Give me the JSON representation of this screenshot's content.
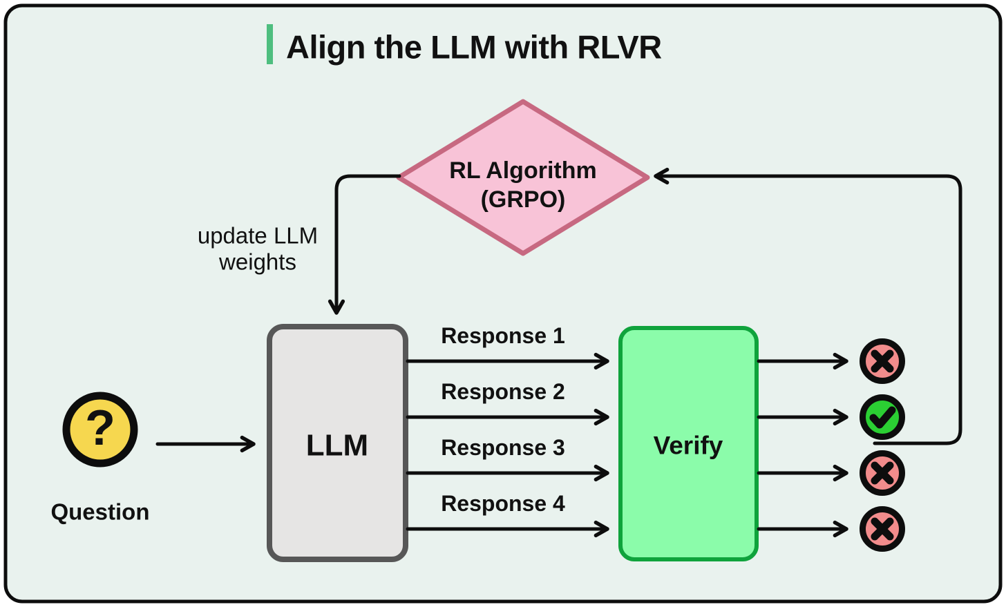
{
  "title": {
    "text": "Align the LLM with RLVR"
  },
  "diamond": {
    "line1": "RL Algorithm",
    "line2": "(GRPO)"
  },
  "update_label": {
    "line1": "update LLM",
    "line2": "weights"
  },
  "question": {
    "glyph": "?",
    "label": "Question"
  },
  "llm": {
    "label": "LLM"
  },
  "verify": {
    "label": "Verify"
  },
  "responses": [
    {
      "label": "Response 1",
      "result": "fail"
    },
    {
      "label": "Response 2",
      "result": "pass"
    },
    {
      "label": "Response 3",
      "result": "fail"
    },
    {
      "label": "Response 4",
      "result": "fail"
    }
  ],
  "icons": {
    "question_icon": "question-mark-in-circle",
    "pass_icon": "check-mark-in-circle",
    "fail_icon": "cross-mark-in-circle"
  },
  "colors": {
    "page_bg": "#ffffff",
    "panel_bg": "#e9f2ee",
    "panel_border": "#0d0d0d",
    "accent_bar": "#4ebe7f",
    "line": "#0d0d0d",
    "text": "#111111",
    "diamond_fill": "#f8c3d7",
    "diamond_border": "#c76981",
    "llm_fill": "#e6e5e4",
    "llm_border": "#575757",
    "verify_fill": "#8bfcaa",
    "verify_border": "#0fa33c",
    "question_fill": "#f6d74f",
    "fail_fill": "#f28c8c",
    "pass_fill": "#2bcf33"
  }
}
